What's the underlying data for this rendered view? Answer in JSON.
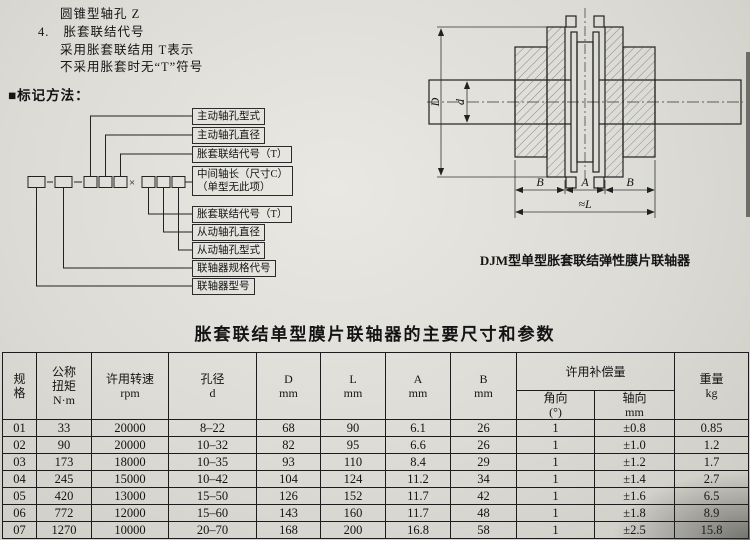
{
  "notes": {
    "line1": "圆锥型轴孔  Z",
    "item4_num": "4.",
    "item4_title": "胀套联结代号",
    "line3": "采用胀套联结用  T表示",
    "line4": "不采用胀套时无“T”符号"
  },
  "marking": {
    "heading": "■标记方法：",
    "multiply_sign": "×",
    "labels": [
      "主动轴孔型式",
      "主动轴孔直径",
      "胀套联结代号（T）",
      "中间轴长（尺寸C）",
      "（单型无此项）",
      "胀套联结代号（T）",
      "从动轴孔直径",
      "从动轴孔型式",
      "联轴器规格代号",
      "联轴器型号"
    ]
  },
  "drawing": {
    "caption": "DJM型单型胀套联结弹性膜片联轴器",
    "dims": {
      "D": "D",
      "d": "d",
      "B1": "B",
      "A": "A",
      "B2": "B",
      "L": "≈L"
    }
  },
  "table": {
    "title": "胀套联结单型膜片联轴器的主要尺寸和参数",
    "headers": {
      "spec": "规\n格",
      "torque": "公称\n扭矩\nN·m",
      "speed": "许用转速\nrpm",
      "bore": "孔径\nd",
      "D": "D\nmm",
      "L": "L\nmm",
      "A": "A\nmm",
      "B": "B\nmm",
      "compensation": "许用补偿量",
      "angular": "角向\n(°)",
      "axial": "轴向\nmm",
      "weight": "重量\nkg"
    },
    "rows": [
      [
        "01",
        "33",
        "20000",
        "8–22",
        "68",
        "90",
        "6.1",
        "26",
        "1",
        "±0.8",
        "0.85"
      ],
      [
        "02",
        "90",
        "20000",
        "10–32",
        "82",
        "95",
        "6.6",
        "26",
        "1",
        "±1.0",
        "1.2"
      ],
      [
        "03",
        "173",
        "18000",
        "10–35",
        "93",
        "110",
        "8.4",
        "29",
        "1",
        "±1.2",
        "1.7"
      ],
      [
        "04",
        "245",
        "15000",
        "10–42",
        "104",
        "124",
        "11.2",
        "34",
        "1",
        "±1.4",
        "2.7"
      ],
      [
        "05",
        "420",
        "13000",
        "15–50",
        "126",
        "152",
        "11.7",
        "42",
        "1",
        "±1.6",
        "6.5"
      ],
      [
        "06",
        "772",
        "12000",
        "15–60",
        "143",
        "160",
        "11.7",
        "48",
        "1",
        "±1.8",
        "8.9"
      ],
      [
        "07",
        "1270",
        "10000",
        "20–70",
        "168",
        "200",
        "16.8",
        "58",
        "1",
        "±2.5",
        "15.8"
      ]
    ]
  }
}
